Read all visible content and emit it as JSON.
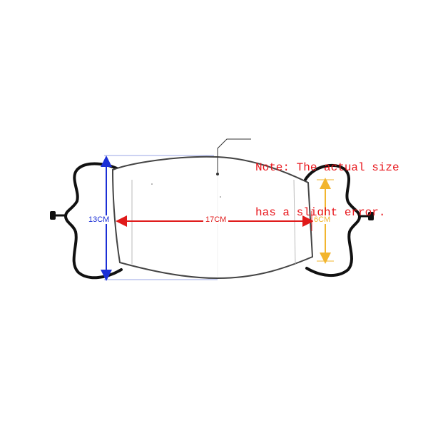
{
  "note": {
    "line1": "Note: The actual size",
    "line2": "has a slight error.",
    "color": "#e8151b"
  },
  "dimensions": {
    "height_label": "13CM",
    "width_label": "17CM",
    "strap_label": "6CM"
  },
  "colors": {
    "height_arrow": "#1b2fd6",
    "width_arrow": "#e01a1a",
    "strap_arrow": "#f2b52e",
    "guide_line": "#9aa6e6",
    "mask_fill": "#ffffff",
    "mask_outline": "#444444",
    "ear_loop": "#111111"
  }
}
